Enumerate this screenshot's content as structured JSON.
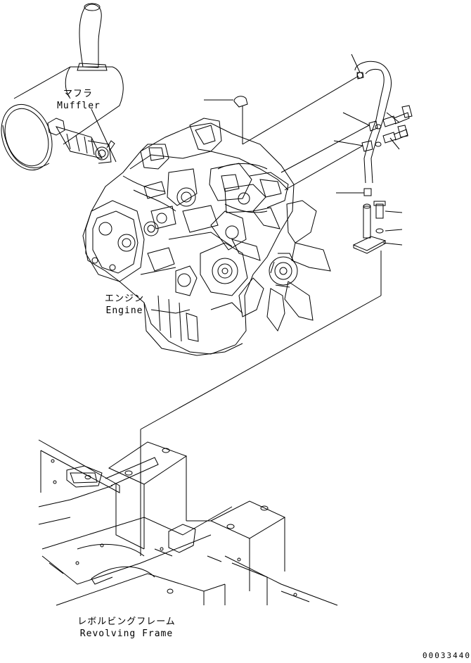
{
  "labels": {
    "muffler_ja": "マフラ",
    "muffler_en": "Muffler",
    "engine_ja": "エンジン",
    "engine_en": "Engine",
    "frame_ja": "レボルビングフレーム",
    "frame_en": "Revolving Frame",
    "drawing_code": "00033440"
  }
}
